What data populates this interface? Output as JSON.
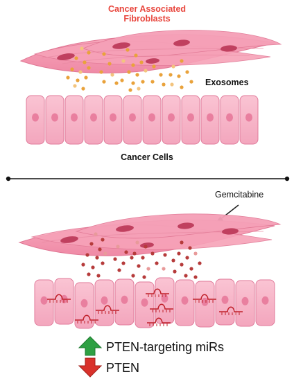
{
  "top_panel": {
    "title_line1": "Cancer Associated",
    "title_line2": "Fibroblasts",
    "exosomes_label": "Exosomes",
    "cancer_cells_label": "Cancer Cells"
  },
  "bottom_panel": {
    "drug_label": "Gemcitabine"
  },
  "legend": {
    "up_label": "PTEN-targeting miRs",
    "down_label": "PTEN"
  },
  "colors": {
    "title_red": "#e8453c",
    "cell_pink": "#f6b3c8",
    "cell_border": "#e07a9a",
    "nucleus": "#c2405f",
    "exosome_orange": "#e9a23b",
    "exosome_red": "#b63b3b",
    "mirna_red": "#c0202a",
    "arrow_up": "#2ea043",
    "arrow_down": "#d9312b"
  }
}
